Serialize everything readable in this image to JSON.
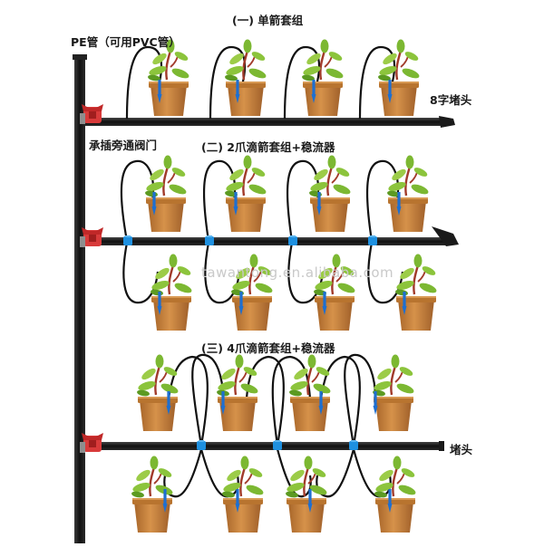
{
  "labels": {
    "pe_pipe": "PE管（可用PVC管）",
    "section1": "(一) 单箭套组",
    "section2": "(二) 2爪滴箭套组+稳流器",
    "section3": "(三) 4爪滴箭套组+稳流器",
    "valve": "承插旁通阀门",
    "end_plug_8": "8字堵头",
    "end_plug": "堵头"
  },
  "watermark": "tawantong.en.alibaba.com",
  "colors": {
    "pipe": "#141414",
    "valve": "#d83a3a",
    "connector": "#1e90e0",
    "pot": "#c8843a",
    "pot_dark": "#9c5f22",
    "leaf": "#8cc43c",
    "leaf_dark": "#5c9a22",
    "stem": "#a13a2a"
  },
  "sections": [
    {
      "id": "single-arrow-set",
      "plants_above": 4,
      "plants_below": 0,
      "connectors": 0
    },
    {
      "id": "two-claw-set",
      "plants_above": 4,
      "plants_below": 4,
      "connectors": 4
    },
    {
      "id": "four-claw-set",
      "plants_above": 4,
      "plants_below": 4,
      "connectors": 3
    }
  ]
}
